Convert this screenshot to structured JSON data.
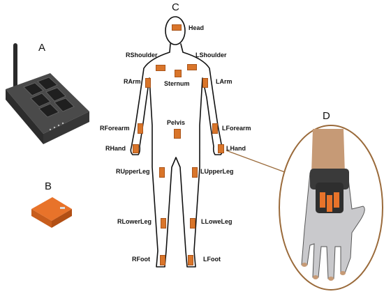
{
  "panels": {
    "a": "A",
    "b": "B",
    "c": "C",
    "d": "D"
  },
  "sensors": [
    {
      "id": "head",
      "label": "Head"
    },
    {
      "id": "rshoulder",
      "label": "RShoulder"
    },
    {
      "id": "lshoulder",
      "label": "LShoulder"
    },
    {
      "id": "rarm",
      "label": "RArm"
    },
    {
      "id": "sternum",
      "label": "Sternum"
    },
    {
      "id": "larm",
      "label": "LArm"
    },
    {
      "id": "pelvis",
      "label": "Pelvis"
    },
    {
      "id": "rforearm",
      "label": "RForearm"
    },
    {
      "id": "lforearm",
      "label": "LForearm"
    },
    {
      "id": "rhand",
      "label": "RHand"
    },
    {
      "id": "lhand",
      "label": "LHand"
    },
    {
      "id": "rupperleg",
      "label": "RUpperLeg"
    },
    {
      "id": "lupperleg",
      "label": "LUpperLeg"
    },
    {
      "id": "rlowerleg",
      "label": "RLowerLeg"
    },
    {
      "id": "lloweleg",
      "label": "LLoweLeg"
    },
    {
      "id": "rfoot",
      "label": "RFoot"
    },
    {
      "id": "lfoot",
      "label": "LFoot"
    }
  ],
  "colors": {
    "sensor": "#d9752a",
    "callout": "#9a6a3a",
    "station": "#3b3b3b"
  }
}
